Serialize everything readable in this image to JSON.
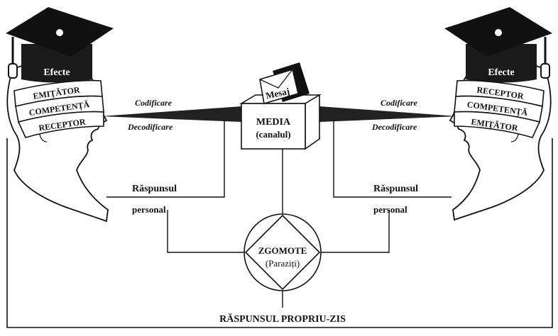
{
  "left_head": {
    "cap_label": "Efecte",
    "bands": [
      "EMIȚĂTOR",
      "COMPETENȚĂ",
      "RECEPTOR"
    ]
  },
  "right_head": {
    "cap_label": "Efecte",
    "bands": [
      "RECEPTOR",
      "COMPETENȚĂ",
      "EMIȚĂTOR"
    ]
  },
  "left_channel": {
    "encode": "Codificare",
    "decode": "Decodificare",
    "response_line1": "Răspunsul",
    "response_line2": "personal"
  },
  "right_channel": {
    "encode": "Codificare",
    "decode": "Decodificare",
    "response_line1": "Răspunsul",
    "response_line2": "personal"
  },
  "message": "Mesaj",
  "media": {
    "line1": "MEDIA",
    "line2": "(canalul)"
  },
  "noise": {
    "line1": "ZGOMOTE",
    "line2": "(Paraziți)"
  },
  "footer": "RĂSPUNSUL PROPRIU-ZIS"
}
